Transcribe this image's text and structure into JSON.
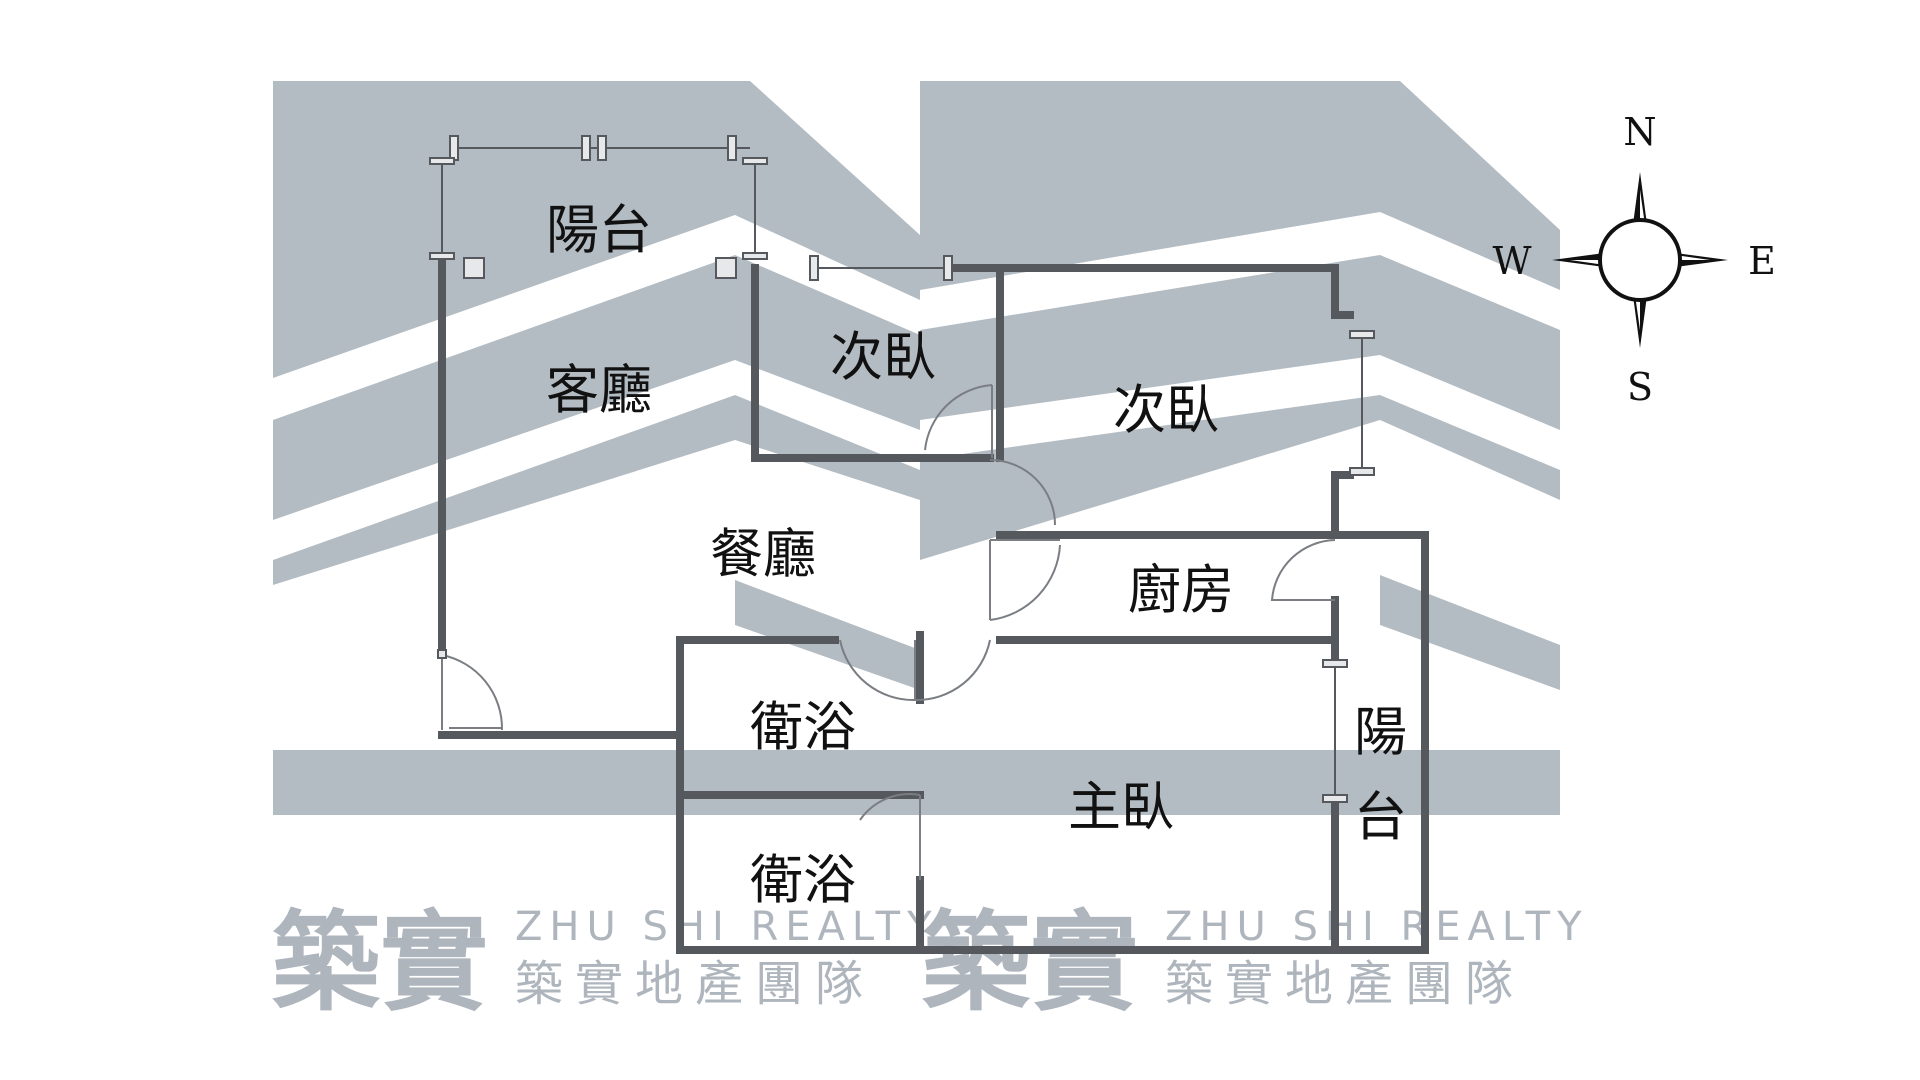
{
  "rooms": {
    "balcony_north": "陽台",
    "living_room": "客廳",
    "dining_room": "餐廳",
    "bedroom_small": "次臥",
    "bedroom_second": "次臥",
    "kitchen": "廚房",
    "bathroom_upper": "衛浴",
    "bathroom_lower": "衛浴",
    "master_bedroom": "主臥",
    "balcony_east_top": "陽",
    "balcony_east_bottom": "台"
  },
  "compass": {
    "north": "N",
    "south": "S",
    "east": "E",
    "west": "W"
  },
  "watermark": {
    "logo_chars": "築實",
    "english": "ZHU SHI REALTY",
    "chinese": "築實地產團隊"
  },
  "colors": {
    "background_band": "#b4bcc3",
    "wall": "#55585c",
    "watermark_text": "#aeb5bd"
  }
}
